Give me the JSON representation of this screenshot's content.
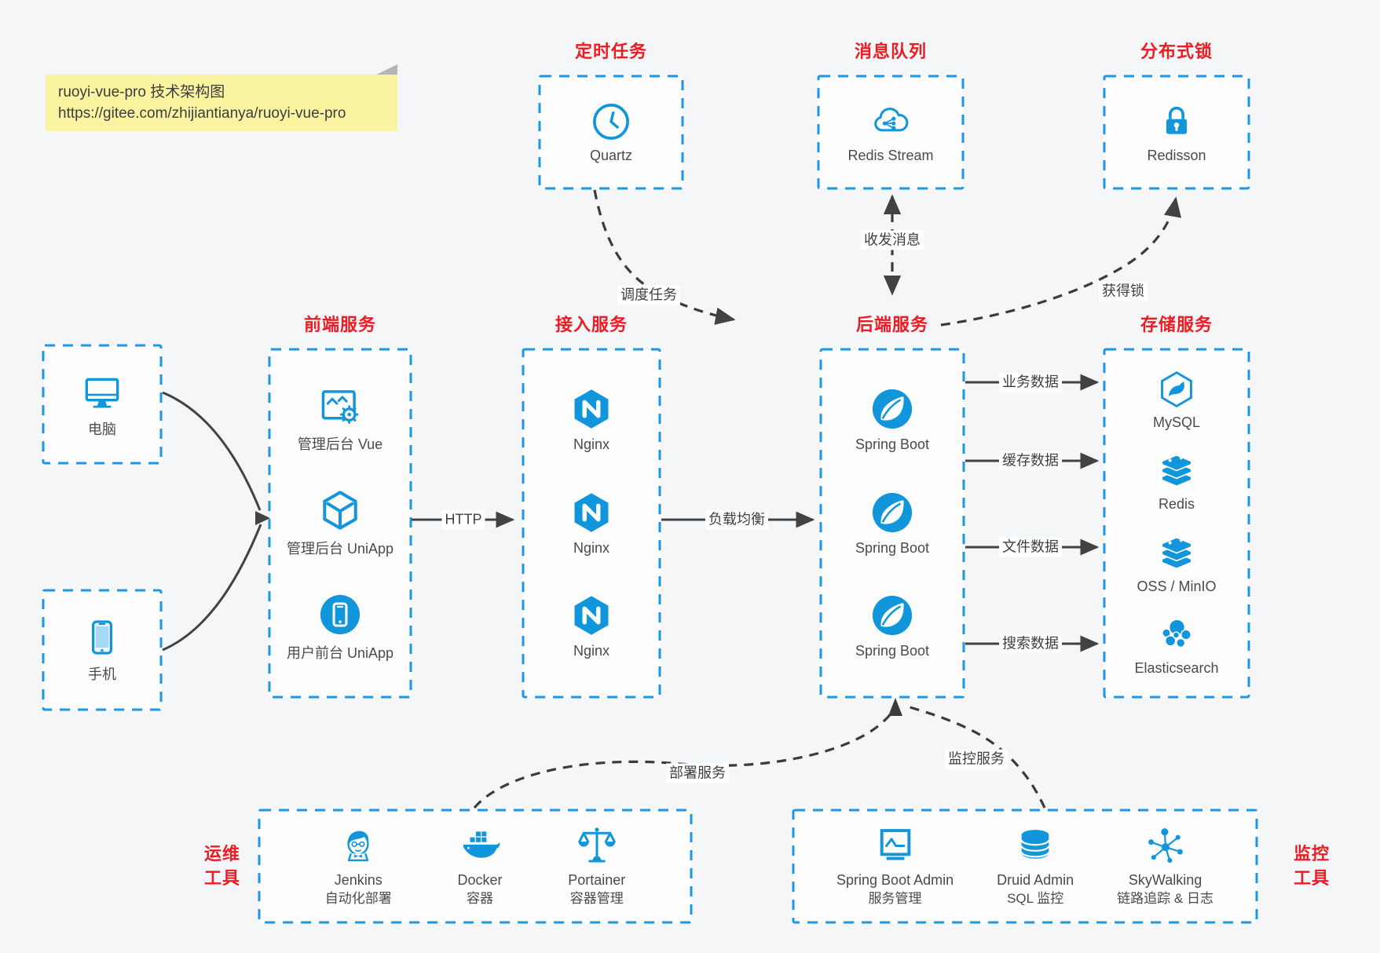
{
  "colors": {
    "icon_blue": "#1296db",
    "border_blue": "#1b97e6",
    "title_red": "#ed1c24",
    "wire_grey": "#424242",
    "note_yellow": "#faf3a0"
  },
  "note": {
    "line1": "ruoyi-vue-pro 技术架构图",
    "line2": "https://gitee.com/zhijiantianya/ruoyi-vue-pro"
  },
  "top": {
    "scheduler": {
      "title": "定时任务",
      "item": {
        "label": "Quartz",
        "icon": "clock-icon"
      }
    },
    "mq": {
      "title": "消息队列",
      "item": {
        "label": "Redis Stream",
        "icon": "cloud-stream-icon"
      }
    },
    "lock": {
      "title": "分布式锁",
      "item": {
        "label": "Redisson",
        "icon": "padlock-icon"
      }
    }
  },
  "clients": {
    "pc": {
      "label": "电脑",
      "icon": "monitor-icon"
    },
    "mobile": {
      "label": "手机",
      "icon": "smartphone-icon"
    }
  },
  "frontend": {
    "title": "前端服务",
    "items": [
      {
        "label": "管理后台 Vue",
        "icon": "admin-image-gear-icon"
      },
      {
        "label": "管理后台 UniApp",
        "icon": "uniapp-cube-icon"
      },
      {
        "label": "用户前台 UniApp",
        "icon": "user-app-circle-icon"
      }
    ]
  },
  "gateway": {
    "title": "接入服务",
    "items": [
      {
        "label": "Nginx"
      },
      {
        "label": "Nginx"
      },
      {
        "label": "Nginx"
      }
    ]
  },
  "backend": {
    "title": "后端服务",
    "items": [
      {
        "label": "Spring Boot"
      },
      {
        "label": "Spring Boot"
      },
      {
        "label": "Spring Boot"
      }
    ]
  },
  "storage": {
    "title": "存储服务",
    "items": [
      {
        "label": "MySQL",
        "icon": "mysql-dolphin-icon"
      },
      {
        "label": "Redis",
        "icon": "redis-stack-icon"
      },
      {
        "label": "OSS / MinIO",
        "icon": "redis-stack-icon"
      },
      {
        "label": "Elasticsearch",
        "icon": "elasticsearch-icon"
      }
    ]
  },
  "devops": {
    "title_line1": "运维",
    "title_line2": "工具",
    "items": [
      {
        "name": "Jenkins",
        "desc": "自动化部署",
        "icon": "jenkins-butler-icon"
      },
      {
        "name": "Docker",
        "desc": "容器",
        "icon": "docker-whale-icon"
      },
      {
        "name": "Portainer",
        "desc": "容器管理",
        "icon": "scales-icon"
      }
    ]
  },
  "monitoring": {
    "title_line1": "监控",
    "title_line2": "工具",
    "items": [
      {
        "name": "Spring Boot Admin",
        "desc": "服务管理",
        "icon": "monitor-pulse-icon"
      },
      {
        "name": "Druid Admin",
        "desc": "SQL 监控",
        "icon": "database-icon"
      },
      {
        "name": "SkyWalking",
        "desc": "链路追踪 & 日志",
        "icon": "network-nodes-icon"
      }
    ]
  },
  "edges": {
    "http": "HTTP",
    "load_balance": "负载均衡",
    "schedule": "调度任务",
    "message": "收发消息",
    "acquire_lock": "获得锁",
    "business_data": "业务数据",
    "cache_data": "缓存数据",
    "file_data": "文件数据",
    "search_data": "搜索数据",
    "deploy": "部署服务",
    "monitor": "监控服务"
  }
}
